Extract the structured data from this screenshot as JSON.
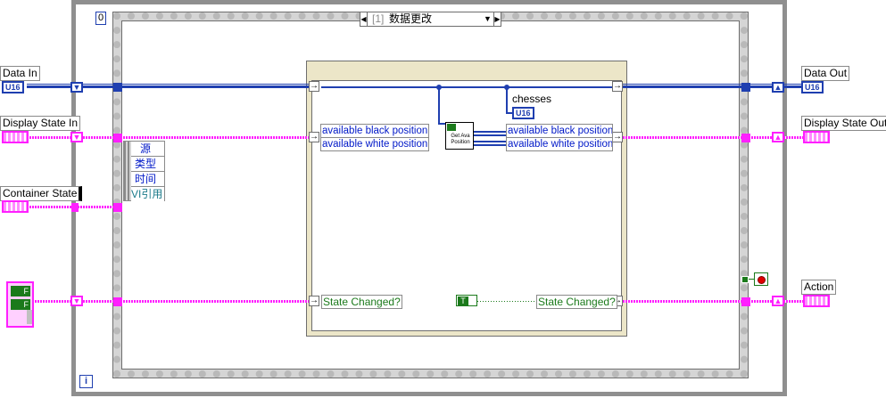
{
  "case_selector": {
    "index_label": "0",
    "case_number": "[1]",
    "case_name": "数据更改"
  },
  "terminals_left": {
    "data_in": "Data In",
    "data_in_type": "U16",
    "display_state_in": "Display State In",
    "container_state": "Container State"
  },
  "terminals_right": {
    "data_out": "Data Out",
    "data_out_type": "U16",
    "display_state_out": "Display State Out",
    "action": "Action"
  },
  "event_data_items": [
    "源",
    "类型",
    "时间",
    "VI引用"
  ],
  "ipe": {
    "left_fields": [
      "available black position",
      "available white position"
    ],
    "right_fields": [
      "available black position",
      "available white position"
    ],
    "chesses_label": "chesses",
    "chesses_type": "U16",
    "subvi_lines": [
      "Get Ava",
      "Position"
    ],
    "state_changed_left": "State Changed?",
    "state_changed_right": "State Changed?",
    "bool_const": "T"
  },
  "bool_cluster": [
    "F",
    "F"
  ],
  "info_icon": "i",
  "stop_icon": "stop-button-icon",
  "colors": {
    "u16_wire": "#1f3fb0",
    "cluster_wire": "#ff1fff",
    "boolean_wire": "#1b7a1b",
    "loop_frame": "#8f8f8f",
    "ipe_frame": "#ece6c8"
  }
}
